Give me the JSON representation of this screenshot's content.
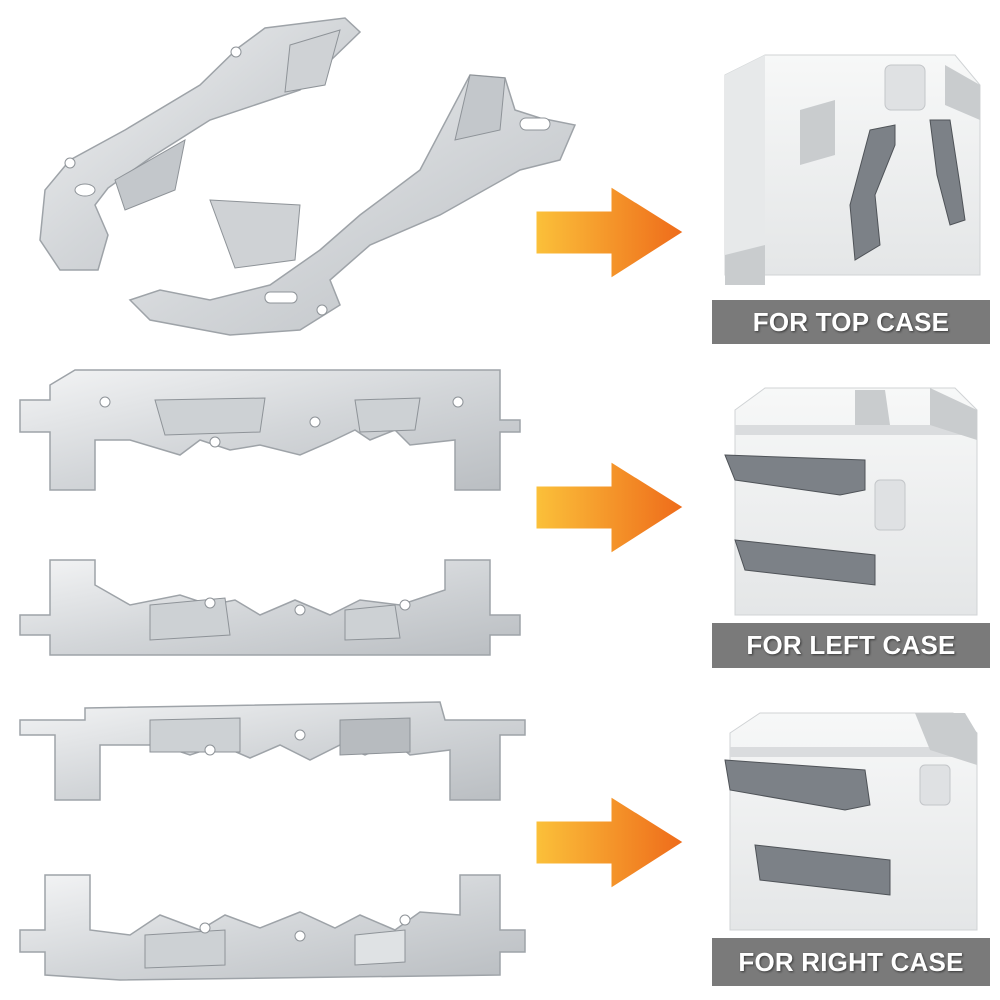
{
  "labels": {
    "top": "FOR TOP CASE",
    "left": "FOR LEFT CASE",
    "right": "FOR RIGHT CASE"
  },
  "icons": {
    "arrow": "arrow-right-icon"
  },
  "colors": {
    "arrow_light": "#fbc13a",
    "arrow_dark": "#ee6a1a",
    "label_bar": "#7a7a7a",
    "metal_light": "#e6e8ea",
    "metal_dark": "#9ea3a8",
    "case_white": "#f2f3f4",
    "case_corner": "#c9ccce"
  }
}
